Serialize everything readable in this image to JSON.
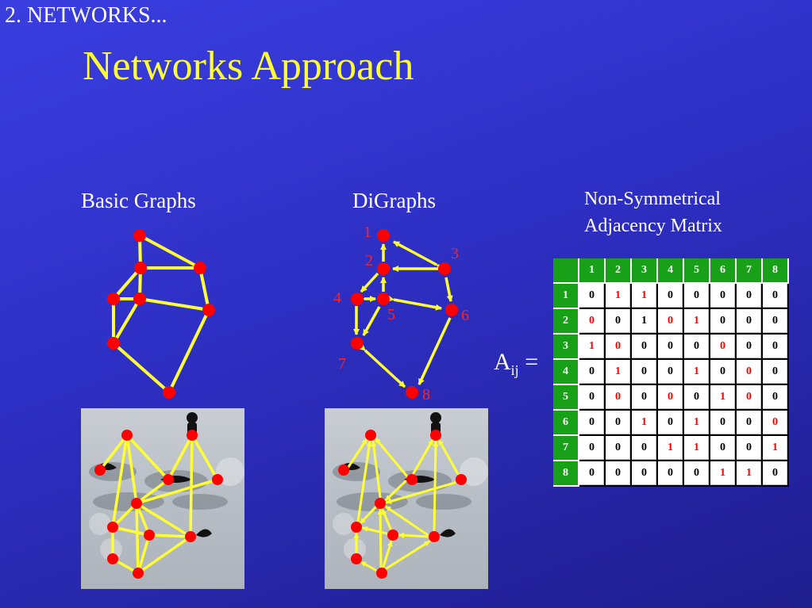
{
  "header": {
    "section": "2. NETWORKS...",
    "title": "Networks Approach"
  },
  "headings": {
    "basic": "Basic Graphs",
    "digraphs": "DiGraphs",
    "matrix_line1": "Non-Symmetrical",
    "matrix_line2": "Adjacency Matrix"
  },
  "formula": {
    "base": "A",
    "subscript": "ij",
    "equals": "="
  },
  "colors": {
    "node": "#ff0000",
    "edge": "#ffff33",
    "title": "#ffff33",
    "header_cell": "#18a018",
    "highlight": "#ff0000"
  },
  "digraph_labels": [
    "1",
    "2",
    "3",
    "4",
    "5",
    "6",
    "7",
    "8"
  ],
  "matrix": {
    "headers": [
      "1",
      "2",
      "3",
      "4",
      "5",
      "6",
      "7",
      "8"
    ],
    "rows": [
      {
        "label": "1",
        "values": [
          "0",
          "1",
          "1",
          "0",
          "0",
          "0",
          "0",
          "0"
        ],
        "red": [
          1,
          2
        ]
      },
      {
        "label": "2",
        "values": [
          "0",
          "0",
          "1",
          "0",
          "1",
          "0",
          "0",
          "0"
        ],
        "red": [
          0,
          3,
          4
        ]
      },
      {
        "label": "3",
        "values": [
          "1",
          "0",
          "0",
          "0",
          "0",
          "0",
          "0",
          "0"
        ],
        "red": [
          0,
          1,
          5
        ]
      },
      {
        "label": "4",
        "values": [
          "0",
          "1",
          "0",
          "0",
          "1",
          "0",
          "0",
          "0"
        ],
        "red": [
          1,
          4,
          6
        ]
      },
      {
        "label": "5",
        "values": [
          "0",
          "0",
          "0",
          "0",
          "0",
          "1",
          "0",
          "0"
        ],
        "red": [
          1,
          3,
          5,
          6
        ]
      },
      {
        "label": "6",
        "values": [
          "0",
          "0",
          "1",
          "0",
          "1",
          "0",
          "0",
          "0"
        ],
        "red": [
          2,
          4,
          7
        ]
      },
      {
        "label": "7",
        "values": [
          "0",
          "0",
          "0",
          "1",
          "1",
          "0",
          "0",
          "1"
        ],
        "red": [
          3,
          4,
          7
        ]
      },
      {
        "label": "8",
        "values": [
          "0",
          "0",
          "0",
          "0",
          "0",
          "1",
          "1",
          "0"
        ],
        "red": [
          5,
          6
        ]
      }
    ]
  }
}
